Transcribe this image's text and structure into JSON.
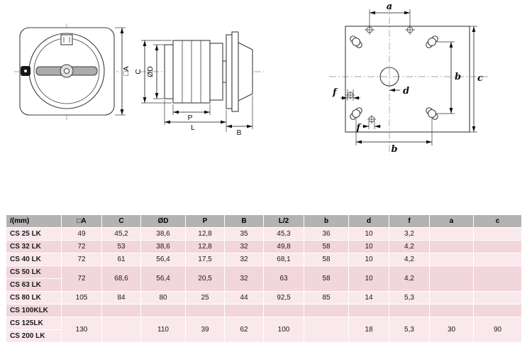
{
  "colors": {
    "header_bg": "#b5b2b2",
    "row_light": "#f9e8ec",
    "row_dark": "#f1d6dc",
    "line": "#3c3c3c"
  },
  "drawings": {
    "front": {
      "dim_side": "□A"
    },
    "side": {
      "dim_height": "C",
      "dim_diameter": "ØD",
      "dim_p": "P",
      "dim_l": "L",
      "dim_b": "B"
    },
    "pattern": {
      "dim_a": "a",
      "dim_b_right": "b",
      "dim_c": "c",
      "dim_d": "d",
      "dim_f_left": "f",
      "dim_f_bottom": "f",
      "dim_b_bottom": "b"
    }
  },
  "table": {
    "unit_label": "/(mm)",
    "columns": [
      "□A",
      "C",
      "ØD",
      "P",
      "B",
      "L/2",
      "b",
      "d",
      "f",
      "a",
      "c"
    ],
    "rows": [
      {
        "label": "CS 25 LK",
        "values": [
          "49",
          "45,2",
          "38,6",
          "12,8",
          "35",
          "45,3",
          "36",
          "10",
          "3,2",
          "",
          ""
        ]
      },
      {
        "label": "CS 32 LK",
        "values": [
          "72",
          "53",
          "38,6",
          "12,8",
          "32",
          "49,8",
          "58",
          "10",
          "4,2",
          "",
          ""
        ]
      },
      {
        "label": "CS 40 LK",
        "values": [
          "72",
          "61",
          "56,4",
          "17,5",
          "32",
          "68,1",
          "58",
          "10",
          "4,2",
          "",
          ""
        ]
      },
      {
        "label": "CS 50 LK"
      },
      {
        "label": "CS 63 LK"
      },
      {
        "label": "CS 80 LK",
        "values": [
          "105",
          "84",
          "80",
          "25",
          "44",
          "92,5",
          "85",
          "14",
          "5,3",
          "",
          ""
        ]
      },
      {
        "label": "CS 100KLK",
        "values": [
          "",
          "",
          "",
          "",
          "",
          "",
          "",
          "",
          "",
          "",
          ""
        ]
      },
      {
        "label": "CS 125LK"
      },
      {
        "label": "CS 200 LK"
      }
    ],
    "merged": {
      "cs50_63": [
        "72",
        "68,6",
        "56,4",
        "20,5",
        "32",
        "63",
        "58",
        "10",
        "4,2",
        "",
        ""
      ],
      "cs125_200": [
        "130",
        "",
        "110",
        "39",
        "62",
        "100",
        "",
        "18",
        "5,3",
        "30",
        "90"
      ]
    }
  }
}
